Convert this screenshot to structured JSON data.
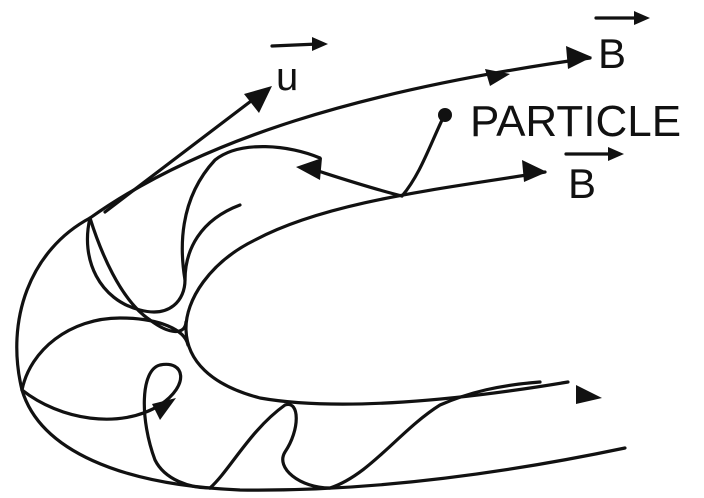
{
  "labels": {
    "velocity": "u",
    "field_upper": "B",
    "particle": "PARTICLE",
    "field_lower": "B"
  },
  "colors": {
    "ink": "#111111",
    "background": "#ffffff"
  }
}
